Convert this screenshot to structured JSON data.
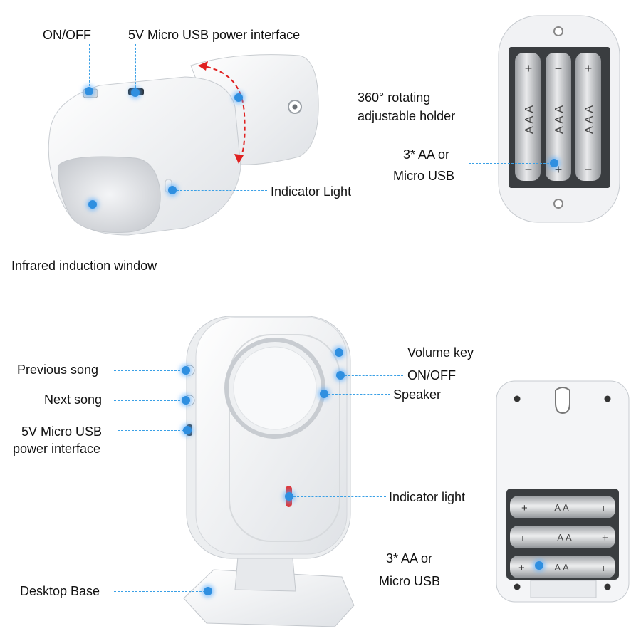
{
  "sensor": {
    "on_off": "ON/OFF",
    "usb_interface": "5V Micro USB power interface",
    "holder_line1": "360° rotating",
    "holder_line2": "adjustable holder",
    "indicator": "Indicator Light",
    "window": "Infrared induction window"
  },
  "sensor_battery": {
    "power_line1": "3* AA or",
    "power_line2": "Micro USB",
    "battery_text": "AAA"
  },
  "receiver": {
    "previous": "Previous song",
    "next": "Next song",
    "usb_line1": "5V Micro USB",
    "usb_line2": "power interface",
    "volume": "Volume key",
    "on_off": "ON/OFF",
    "speaker": "Speaker",
    "indicator": "Indicator light",
    "base": "Desktop Base"
  },
  "receiver_battery": {
    "power_line1": "3* AA or",
    "power_line2": "Micro USB",
    "battery_text": "AA"
  },
  "colors": {
    "callout": "#3aa0e6",
    "indicator_red": "#e0393b",
    "rotation_arrow": "#e02020"
  }
}
